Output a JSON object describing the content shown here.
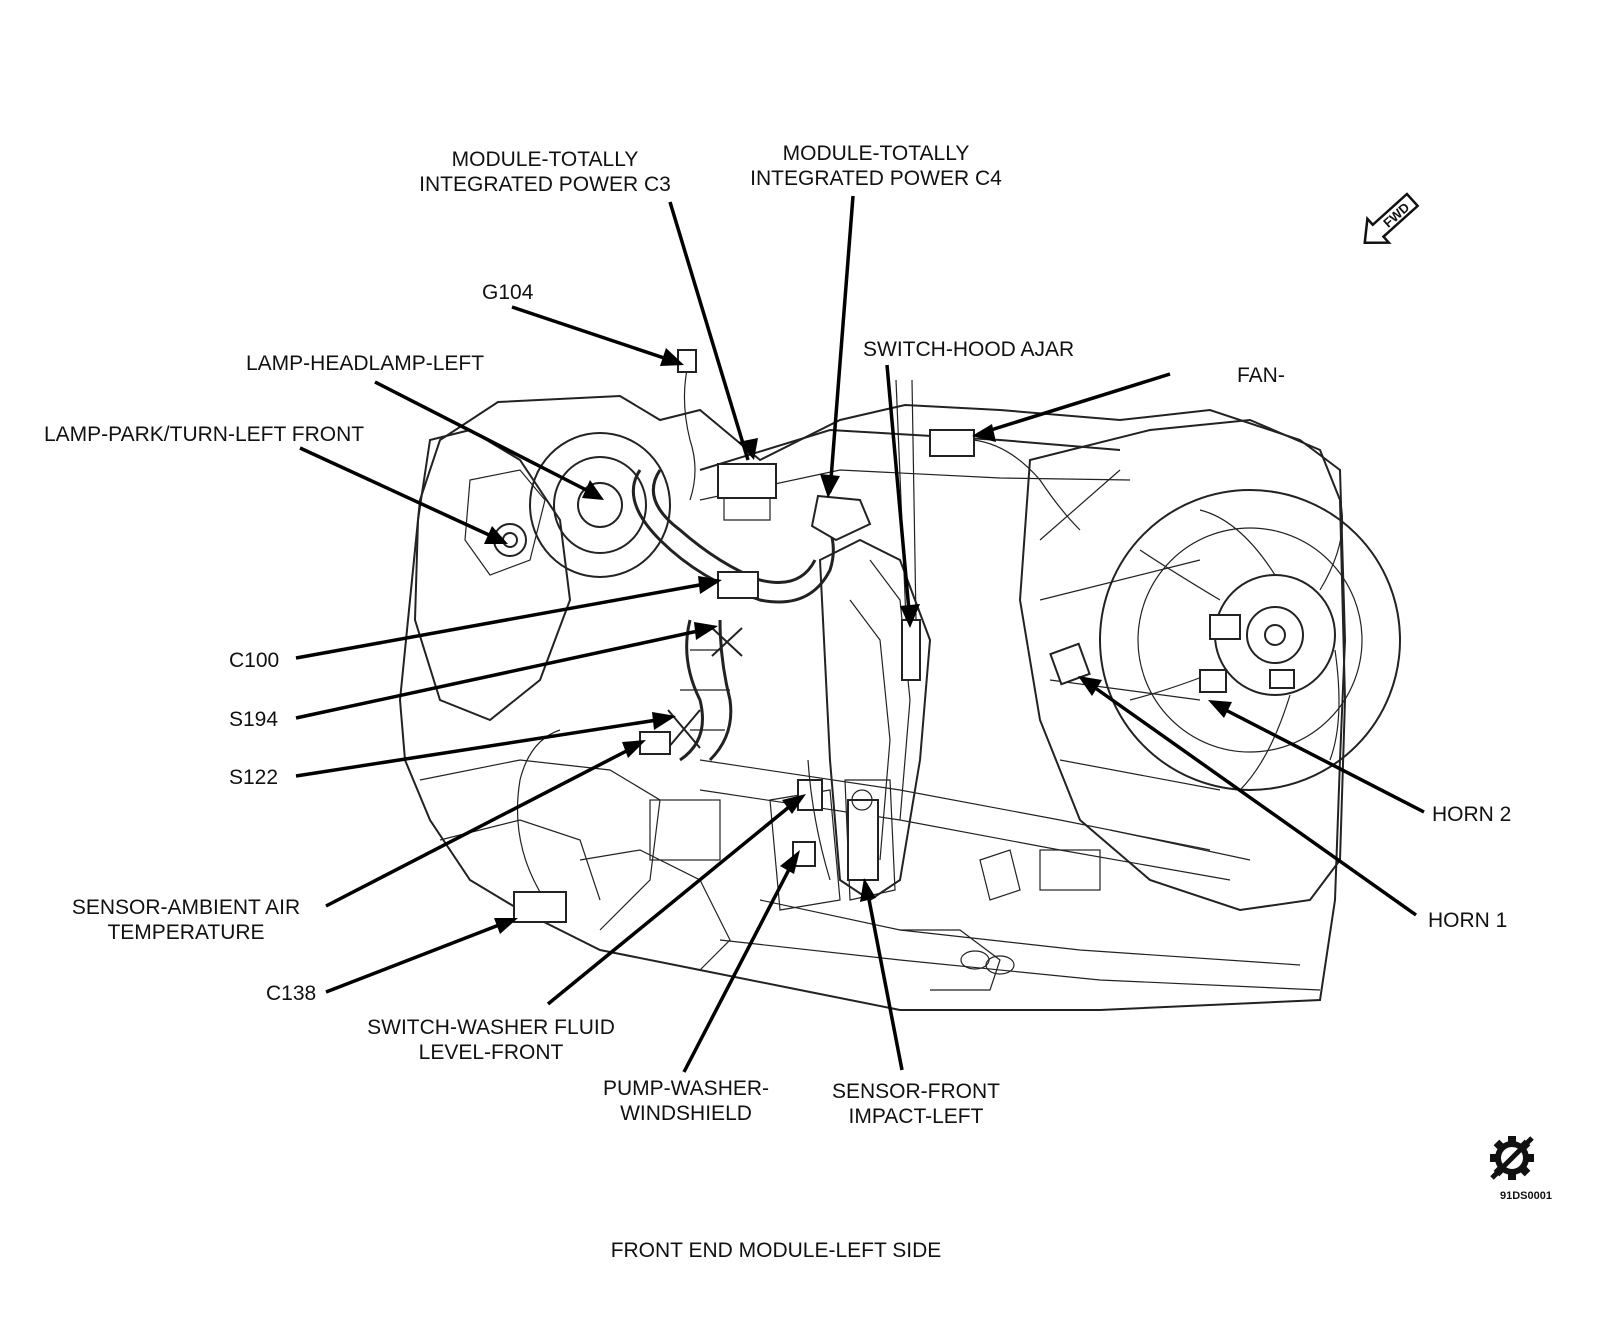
{
  "labels": {
    "module_tip_c3": [
      "MODULE-TOTALLY",
      "INTEGRATED POWER C3"
    ],
    "module_tip_c4": [
      "MODULE-TOTALLY",
      "INTEGRATED POWER C4"
    ],
    "g104": "G104",
    "lamp_headlamp_left": "LAMP-HEADLAMP-LEFT",
    "lamp_park_turn": "LAMP-PARK/TURN-LEFT FRONT",
    "switch_hood_ajar": "SWITCH-HOOD AJAR",
    "fan": "FAN-",
    "c100": "C100",
    "s194": "S194",
    "s122": "S122",
    "sensor_ambient": [
      "SENSOR-AMBIENT AIR",
      "TEMPERATURE"
    ],
    "c138": "C138",
    "switch_washer": [
      "SWITCH-WASHER FLUID",
      "LEVEL-FRONT"
    ],
    "pump_washer": [
      "PUMP-WASHER-",
      "WINDSHIELD"
    ],
    "sensor_front_impact": [
      "SENSOR-FRONT",
      "IMPACT-LEFT"
    ],
    "horn2": "HORN 2",
    "horn1": "HORN 1",
    "fwd": "FWD",
    "figure_code": "91DS0001",
    "caption": "FRONT END MODULE-LEFT SIDE"
  }
}
